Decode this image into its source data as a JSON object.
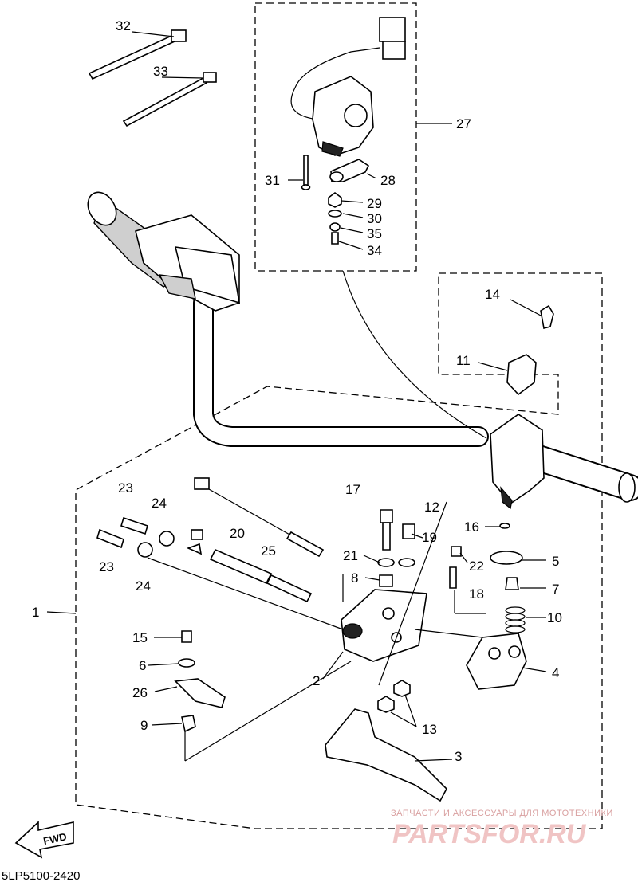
{
  "diagram": {
    "part_labels": [
      "1",
      "2",
      "3",
      "4",
      "5",
      "6",
      "7",
      "8",
      "9",
      "10",
      "11",
      "12",
      "13",
      "14",
      "15",
      "16",
      "17",
      "18",
      "19",
      "20",
      "21",
      "22",
      "23",
      "23",
      "24",
      "24",
      "25",
      "26",
      "27",
      "28",
      "29",
      "30",
      "31",
      "32",
      "33",
      "34",
      "35"
    ],
    "diagram_code": "5LP5100-2420",
    "fwd_label": "FWD",
    "watermark_tagline": "ЗАПЧАСТИ И АКСЕССУАРЫ ДЛЯ МОТОТЕХНИКИ",
    "watermark_brand": "PARTSFOR.RU"
  }
}
